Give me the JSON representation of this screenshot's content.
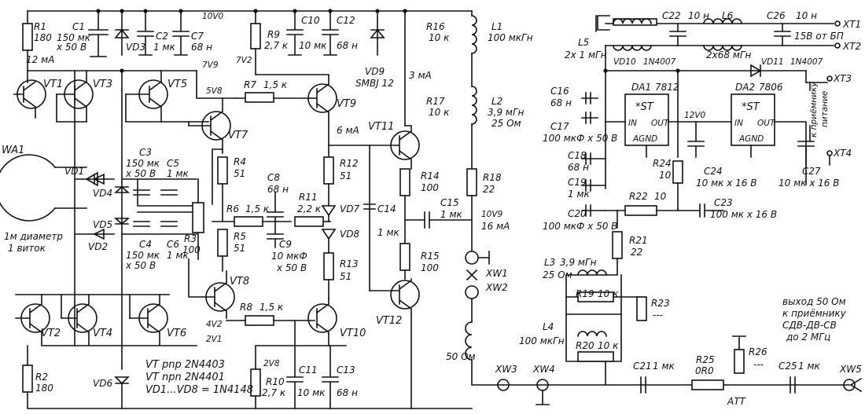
{
  "labels": {
    "r1": "R1",
    "r1v": "180",
    "i12": "12 мА",
    "c1": "C1",
    "c1v1": "150 мк",
    "c1v2": "x 50 В",
    "vd3": "VD3",
    "c2": "C2",
    "c2v": "1 мк",
    "c7": "C7",
    "c7v": "68 н",
    "v10": "10V0",
    "v7v9": "7V9",
    "v5v8": "5V8",
    "r9": "R9",
    "r9v": "2,7 к",
    "c10": "C10",
    "c10v": "10 мк",
    "c12": "C12",
    "c12v": "68 н",
    "v7v2": "7V2",
    "vd9": "VD9",
    "vd9t": "SMBJ 12",
    "i3": "3 мА",
    "r16": "R16",
    "r16v": "10 к",
    "l1": "L1",
    "l1v": "100 мкГн",
    "r17": "R17",
    "r17v": "10 к",
    "l2": "L2",
    "l2v1": "3,9 мГн",
    "l2v2": "25 Ом",
    "vt1": "VT1",
    "vt3": "VT3",
    "vt5": "VT5",
    "vt7": "VT7",
    "vt9": "VT9",
    "vt11": "VT11",
    "r7": "R7",
    "r7v": "1,5 к",
    "i6": "6 мА",
    "wa1": "WA1",
    "ant1": "1м диаметр",
    "ant2": "1 виток",
    "vd1": "VD1",
    "vd4": "VD4",
    "vd5": "VD5",
    "vd2": "VD2",
    "c3": "C3",
    "c3v1": "150 мк",
    "c3v2": "x 50 В",
    "c5": "C5",
    "c5v": "1 мк",
    "c4": "C4",
    "c4v1": "150 мк",
    "c4v2": "x 50 В",
    "c6": "C6",
    "c6v": "1 мк",
    "r3": "R3",
    "r3v": "100",
    "r4": "R4",
    "r4v": "51",
    "r5": "R5",
    "r5v": "51",
    "r6": "R6",
    "r6v": "1,5 к",
    "c8": "C8",
    "c8v": "68 н",
    "r11": "R11",
    "r11v": "2,2 к",
    "c9": "C9",
    "c9v1": "10 мкФ",
    "c9v2": "x 50 В",
    "r12": "R12",
    "r12v": "51",
    "vd7": "VD7",
    "vd8": "VD8",
    "r13": "R13",
    "r13v": "51",
    "c14": "C14",
    "c14v": "1 мк",
    "r14": "R14",
    "r14v": "100",
    "r15": "R15",
    "r15v": "100",
    "c15": "C15",
    "c15v": "1 мк",
    "v10v9": "10V9",
    "i16": "16 мА",
    "r18": "R18",
    "r18v": "22",
    "xw1": "XW1",
    "xw2": "XW2",
    "vt2": "VT2",
    "vt4": "VT4",
    "vt6": "VT6",
    "vt8": "VT8",
    "vt10": "VT10",
    "vt12": "VT12",
    "r8": "R8",
    "r8v": "1,5 к",
    "v4v2": "4V2",
    "v2v1": "2V1",
    "r2": "R2",
    "r2v": "180",
    "vd6": "VD6",
    "note1": "VT pnp 2N4403",
    "note2": "VT npn 2N4401",
    "note3": "VD1...VD8 = 1N4148",
    "v2v8": "2V8",
    "r10": "R10",
    "r10v": "2,7 к",
    "c11": "C11",
    "c11v": "10 мк",
    "c13": "C13",
    "c13v": "68 н",
    "ohm50": "50 Ом",
    "c22": "C22",
    "c22v": "10 н",
    "l6": "L6",
    "c26": "C26",
    "c26v": "10 н",
    "xt1": "XT1",
    "xt2": "XT2",
    "src": "15В от БП",
    "l5": "L5",
    "l5v": "2x 1 мГн",
    "l6v": "2x68 мГн",
    "vd10": "VD10",
    "vd10t": "1N4007",
    "vd11": "VD11",
    "vd11t": "1N4007",
    "da1": "DA1",
    "da1t": "7812",
    "da2": "DA2",
    "da2t": "7806",
    "st": "*ST",
    "in": "IN",
    "out": "OUT",
    "agnd": "AGND",
    "v12": "12V0",
    "xt3": "XT3",
    "xt4": "XT4",
    "rxp1": "к приёмнику",
    "rxp2": "питание",
    "c16": "C16",
    "c16v": "68 н",
    "c17": "C17",
    "c17v": "100 мкФ x 50 В",
    "r24": "R24",
    "r24v": "10",
    "c24": "C24",
    "c24v": "10 мк x 16 В",
    "c27": "C27",
    "c27v": "10 мк x 16 В",
    "c18": "C18",
    "c18v": "68 н",
    "c19": "C19",
    "c19v": "1 мк",
    "r22": "R22",
    "r22v": "10",
    "c23": "C23",
    "c23v": "100 мк x 16 В",
    "c20": "C20",
    "c20v": "100 мкФ x 50 В",
    "r21": "R21",
    "r21v": "22",
    "l3": "L3",
    "l3v1": "3,9 мГн",
    "l3v2": "25 Ом",
    "r19": "R19",
    "r19v": "10 к",
    "r23": "R23",
    "dash": "---",
    "l4": "L4",
    "l4v": "100 мкГн",
    "r20": "R20",
    "r20v": "10 к",
    "out1": "выход 50 Ом",
    "out2": "к приёмнику",
    "out3": "СДВ-ДВ-СВ",
    "out4": "до 2 МГц",
    "xw3": "XW3",
    "xw4": "XW4",
    "c21": "C21",
    "c21v": "1 мк",
    "r25": "R25",
    "r25v": "0R0",
    "r26": "R26",
    "c25": "C25",
    "c25v": "1 мк",
    "xw5": "XW5",
    "att": "АТТ"
  }
}
